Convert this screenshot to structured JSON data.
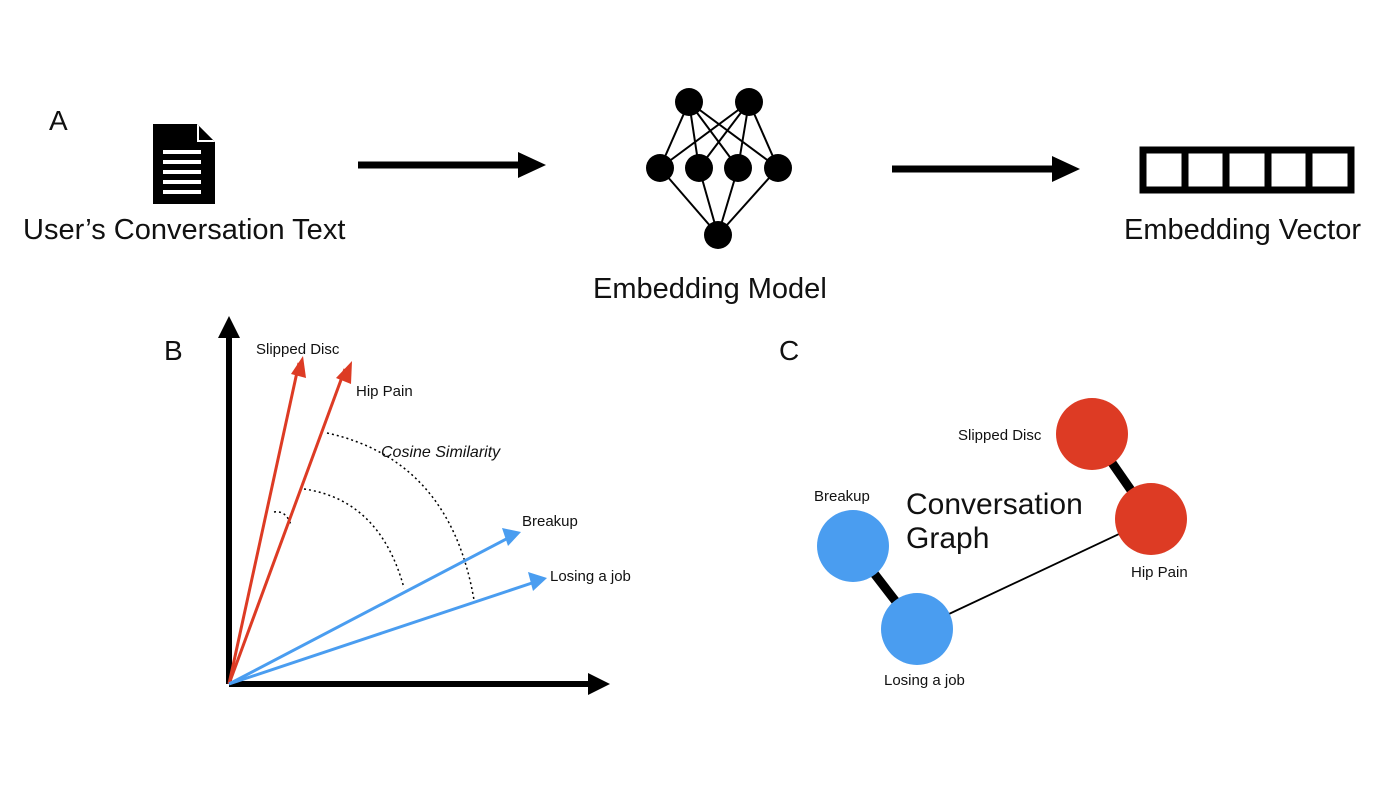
{
  "panel_a": {
    "letter": "A",
    "input_label": "User’s Conversation Text",
    "model_label": "Embedding Model",
    "output_label": "Embedding Vector",
    "input_icon": "document-icon",
    "model_icon": "neural-network-icon",
    "output_icon": "vector-cells-icon",
    "vector_cells": 5
  },
  "panel_b": {
    "letter": "B",
    "similarity_label": "Cosine Similarity",
    "vectors": [
      {
        "id": "slipped-disc",
        "label": "Slipped Disc",
        "group": "red"
      },
      {
        "id": "hip-pain",
        "label": "Hip Pain",
        "group": "red"
      },
      {
        "id": "breakup",
        "label": "Breakup",
        "group": "blue"
      },
      {
        "id": "losing-job",
        "label": "Losing a job",
        "group": "blue"
      }
    ]
  },
  "panel_c": {
    "letter": "C",
    "title_line1": "Conversation",
    "title_line2": "Graph",
    "nodes": [
      {
        "id": "slipped-disc",
        "label": "Slipped Disc",
        "group": "red"
      },
      {
        "id": "hip-pain",
        "label": "Hip Pain",
        "group": "red"
      },
      {
        "id": "breakup",
        "label": "Breakup",
        "group": "blue"
      },
      {
        "id": "losing-job",
        "label": "Losing a job",
        "group": "blue"
      }
    ],
    "edges": [
      {
        "from": "slipped-disc",
        "to": "hip-pain",
        "strength": "strong"
      },
      {
        "from": "breakup",
        "to": "losing-job",
        "strength": "strong"
      },
      {
        "from": "losing-job",
        "to": "hip-pain",
        "strength": "weak"
      }
    ]
  },
  "colors": {
    "red": "#dd3b24",
    "blue": "#4a9df0",
    "ink": "#000000"
  }
}
